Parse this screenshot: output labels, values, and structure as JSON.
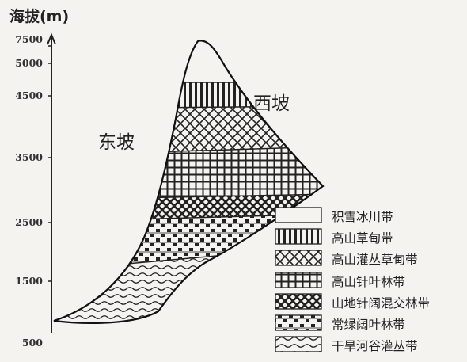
{
  "axis": {
    "title": "海拔(m)",
    "ticks": [
      "7500",
      "5000",
      "4500",
      "3500",
      "2500",
      "1500",
      "500"
    ]
  },
  "slopes": {
    "east": "东坡",
    "west": "西坡"
  },
  "legend": [
    {
      "label": "积雪冰川带",
      "pattern": "blank"
    },
    {
      "label": "高山草甸带",
      "pattern": "vertical"
    },
    {
      "label": "高山灌丛草甸带",
      "pattern": "crosshatch"
    },
    {
      "label": "高山针叶林带",
      "pattern": "grid"
    },
    {
      "label": "山地针阔混交林带",
      "pattern": "mixed"
    },
    {
      "label": "常绿阔叶林带",
      "pattern": "blocks"
    },
    {
      "label": "干旱河谷灌丛带",
      "pattern": "wavy"
    }
  ]
}
